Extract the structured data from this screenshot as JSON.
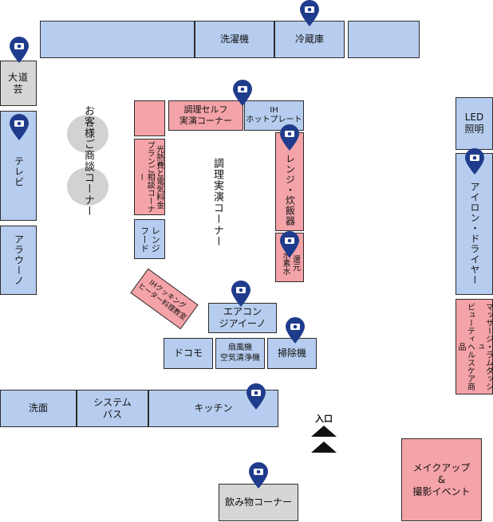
{
  "colors": {
    "blue_zone": "#b6cdef",
    "pink_zone": "#f4a3a8",
    "gray_zone": "#d6d6d6",
    "pin": "#1f3b8c",
    "border": "#2b2b2b"
  },
  "pin_icon": "camera-icon",
  "zones": {
    "washing_machine": "洗濯機",
    "refrigerator": "冷蔵庫",
    "daidougei": "大道芸",
    "tv": "テレビ",
    "arauno": "アラウーノ",
    "cooking_self": "調理セルフ\n実演コーナー",
    "ih_hotplate": "IH\nホットプレート",
    "light_heat_water": "光熱費と電気料金",
    "plan_consult": "プランご相談コーナー",
    "range_hood": "レンジ\nフード",
    "range_rice": "レンジ・炊飯器",
    "hydrogen_water": "還元\n水素水",
    "ih_cooking": "IHクッキング\nヒーター料理教室",
    "aircon": "エアコン\nジアイーノ",
    "docomo": "ドコモ",
    "fan_purifier": "扇風機\n空気清浄機",
    "vacuum": "掃除機",
    "led_light": "LED\n照明",
    "iron_dryer": "アイロン・ドライヤー",
    "beauty_health": "ビューティヘルスケア商品",
    "massage_lamdash": "マッサージ・ラムダッシュ",
    "washroom": "洗面",
    "system_bath": "システム\nバス",
    "kitchen": "キッチン",
    "drinks": "飲み物コーナー",
    "makeup": "メイクアップ\n&\n撮影イベント"
  },
  "labels": {
    "customer_consult": "お客様ご商談コーナー",
    "cooking_demo": "調理実演コーナー",
    "entrance": "入口"
  }
}
